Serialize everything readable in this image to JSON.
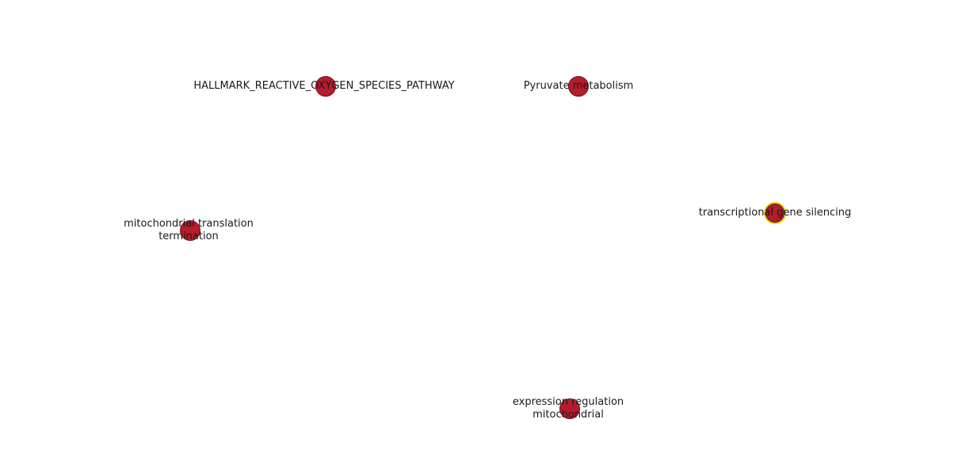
{
  "network": {
    "node_color": "#b71c2c",
    "selected_ring_color": "#f5cf0a",
    "nodes": [
      {
        "id": "n1",
        "label_lines": [
          "HALLMARK_REACTIVE_OXYGEN_SPECIES_PATHWAY"
        ],
        "selected": false
      },
      {
        "id": "n2",
        "label_lines": [
          "Pyruvate metabolism"
        ],
        "selected": false
      },
      {
        "id": "n3",
        "label_lines": [
          "transcriptional gene silencing"
        ],
        "selected": true
      },
      {
        "id": "n4",
        "label_lines": [
          "mitochondrial translation",
          "termination"
        ],
        "selected": false
      },
      {
        "id": "n5",
        "label_lines": [
          "expression regulation",
          "mitochondrial"
        ],
        "selected": false
      }
    ]
  }
}
